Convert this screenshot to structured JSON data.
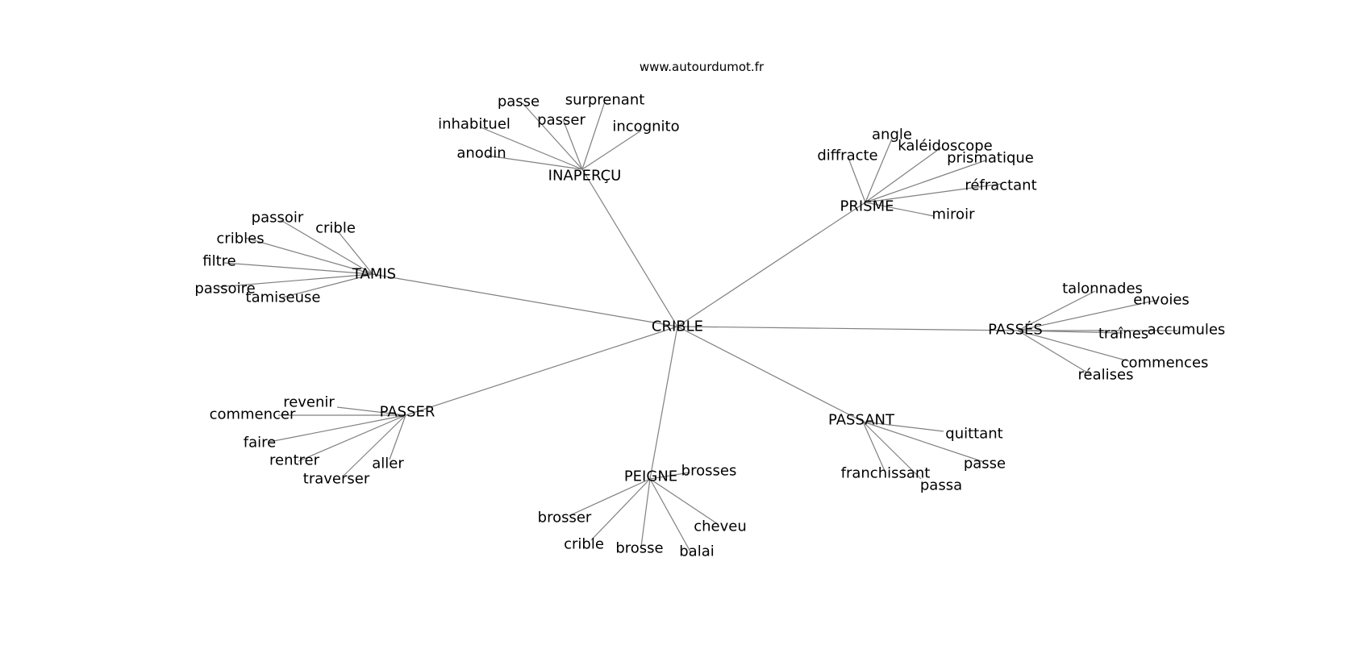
{
  "site": "www.autourdumot.fr",
  "colors": {
    "edge": "#808080",
    "text": "#000000",
    "background": "#ffffff"
  },
  "graph": {
    "center": "CRIBLE",
    "groups": [
      {
        "hub": "INAPERÇU",
        "leaves": [
          "passe",
          "surprenant",
          "passer",
          "inhabituel",
          "incognito",
          "anodin"
        ]
      },
      {
        "hub": "PRISME",
        "leaves": [
          "angle",
          "kaléidoscope",
          "diffracte",
          "prismatique",
          "réfractant",
          "miroir"
        ]
      },
      {
        "hub": "TAMIS",
        "leaves": [
          "passoir",
          "crible",
          "cribles",
          "filtre",
          "passoire",
          "tamiseuse"
        ]
      },
      {
        "hub": "PASSÉS",
        "leaves": [
          "talonnades",
          "envoies",
          "traînes",
          "accumules",
          "commences",
          "réalises"
        ]
      },
      {
        "hub": "PASSER",
        "leaves": [
          "revenir",
          "commencer",
          "faire",
          "rentrer",
          "aller",
          "traverser"
        ]
      },
      {
        "hub": "PASSANT",
        "leaves": [
          "quittant",
          "passe",
          "franchissant",
          "passa"
        ]
      },
      {
        "hub": "PEIGNE",
        "leaves": [
          "brosses",
          "brosser",
          "cheveu",
          "crible",
          "brosse",
          "balai"
        ]
      }
    ]
  }
}
